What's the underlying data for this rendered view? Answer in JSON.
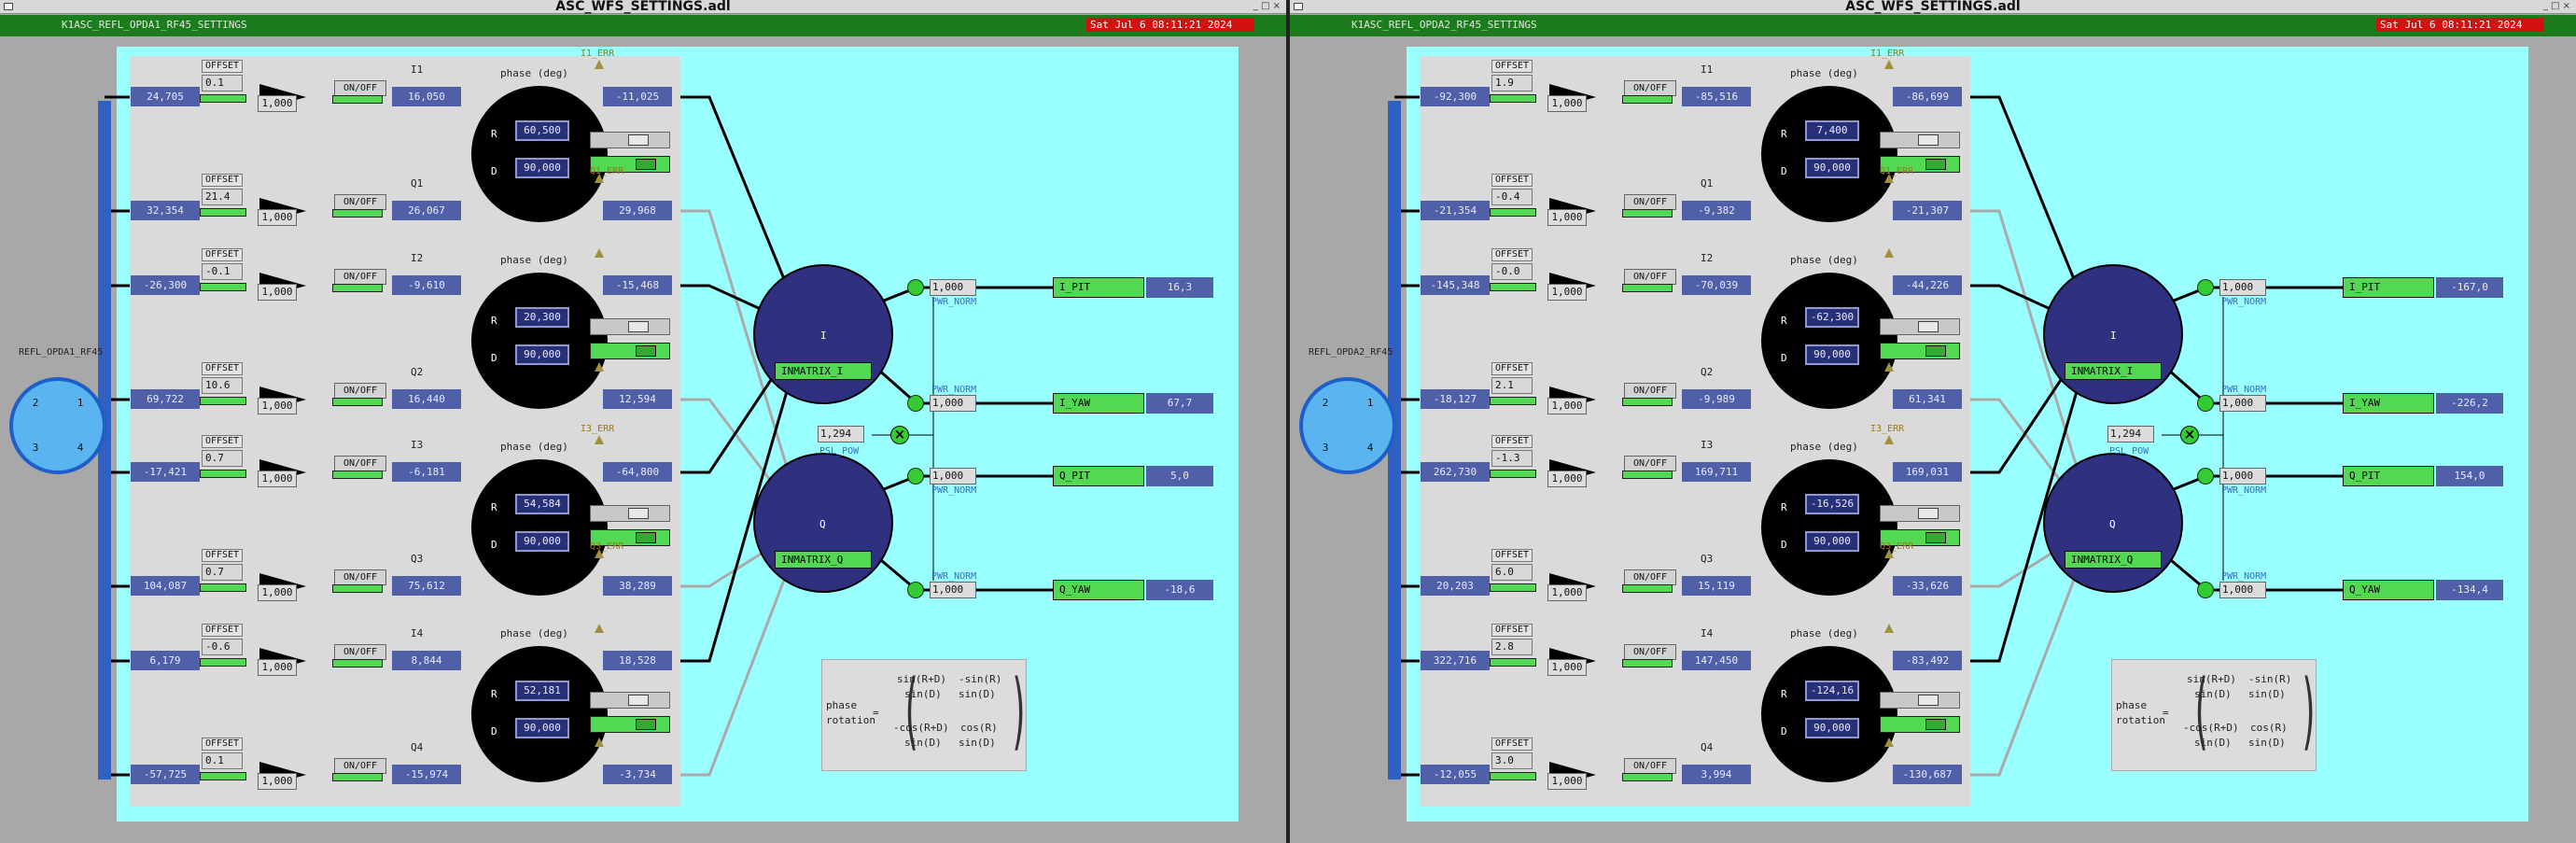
{
  "windows": [
    {
      "title": "ASC_WFS_SETTINGS.adl",
      "path": "K1ASC_REFL_OPDA1_RF45_SETTINGS",
      "timestamp": "Sat Jul  6 08:11:21 2024",
      "ref_label": "REFL_OPDA1_RF45",
      "quadrant": [
        "2",
        "1",
        "3",
        "4"
      ],
      "rows": [
        {
          "input": "24,705",
          "offset": "0.1",
          "gain": "1,000",
          "out": "16,050",
          "ch": "I1"
        },
        {
          "input": "32,354",
          "offset": "21.4",
          "gain": "1,000",
          "out": "26,067",
          "ch": "Q1"
        },
        {
          "input": "-26,300",
          "offset": "-0.1",
          "gain": "1,000",
          "out": "-9,610",
          "ch": "I2"
        },
        {
          "input": "69,722",
          "offset": "10.6",
          "gain": "1,000",
          "out": "16,440",
          "ch": "Q2"
        },
        {
          "input": "-17,421",
          "offset": "0.7",
          "gain": "1,000",
          "out": "-6,181",
          "ch": "I3"
        },
        {
          "input": "104,087",
          "offset": "0.7",
          "gain": "1,000",
          "out": "75,612",
          "ch": "Q3"
        },
        {
          "input": "6,179",
          "offset": "-0.6",
          "gain": "1,000",
          "out": "8,844",
          "ch": "I4"
        },
        {
          "input": "-57,725",
          "offset": "0.1",
          "gain": "1,000",
          "out": "-15,974",
          "ch": "Q4"
        }
      ],
      "phases": [
        {
          "R": "60,500",
          "D": "90,000",
          "I_err": "-11,025",
          "Q_err": "29,968",
          "I_label": "I1_ERR",
          "Q_label": "Q1_ERR"
        },
        {
          "R": "20,300",
          "D": "90,000",
          "I_err": "-15,468",
          "Q_err": "12,594",
          "I_label": "",
          "Q_label": ""
        },
        {
          "R": "54,584",
          "D": "90,000",
          "I_err": "-64,800",
          "Q_err": "38,289",
          "I_label": "I3_ERR",
          "Q_label": "Q3_ERR"
        },
        {
          "R": "52,181",
          "D": "90,000",
          "I_err": "18,528",
          "Q_err": "-3,734",
          "I_label": "",
          "Q_label": ""
        }
      ],
      "matrix": {
        "I_btn": "INMATRIX_I",
        "Q_btn": "INMATRIX_Q",
        "I_label": "I",
        "Q_label": "Q"
      },
      "psl": "1,294",
      "outputs": [
        {
          "norm": "1,000",
          "btn": "I_PIT",
          "val": "16,3"
        },
        {
          "norm": "1,000",
          "btn": "I_YAW",
          "val": "67,7"
        },
        {
          "norm": "1,000",
          "btn": "Q_PIT",
          "val": "5,0"
        },
        {
          "norm": "1,000",
          "btn": "Q_YAW",
          "val": "-18,6"
        }
      ]
    },
    {
      "title": "ASC_WFS_SETTINGS.adl",
      "path": "K1ASC_REFL_OPDA2_RF45_SETTINGS",
      "timestamp": "Sat Jul  6 08:11:21 2024",
      "ref_label": "REFL_OPDA2_RF45",
      "quadrant": [
        "2",
        "1",
        "3",
        "4"
      ],
      "rows": [
        {
          "input": "-92,300",
          "offset": "1.9",
          "gain": "1,000",
          "out": "-85,516",
          "ch": "I1"
        },
        {
          "input": "-21,354",
          "offset": "-0.4",
          "gain": "1,000",
          "out": "-9,382",
          "ch": "Q1"
        },
        {
          "input": "-145,348",
          "offset": "-0.0",
          "gain": "1,000",
          "out": "-70,039",
          "ch": "I2"
        },
        {
          "input": "-18,127",
          "offset": "2.1",
          "gain": "1,000",
          "out": "-9,989",
          "ch": "Q2"
        },
        {
          "input": "262,730",
          "offset": "-1.3",
          "gain": "1,000",
          "out": "169,711",
          "ch": "I3"
        },
        {
          "input": "20,203",
          "offset": "6.0",
          "gain": "1,000",
          "out": "15,119",
          "ch": "Q3"
        },
        {
          "input": "322,716",
          "offset": "2.8",
          "gain": "1,000",
          "out": "147,450",
          "ch": "I4"
        },
        {
          "input": "-12,055",
          "offset": "3.0",
          "gain": "1,000",
          "out": "3,994",
          "ch": "Q4"
        }
      ],
      "phases": [
        {
          "R": "7,400",
          "D": "90,000",
          "I_err": "-86,699",
          "Q_err": "-21,307",
          "I_label": "I1_ERR",
          "Q_label": "Q1_ERR"
        },
        {
          "R": "-62,300",
          "D": "90,000",
          "I_err": "-44,226",
          "Q_err": "61,341",
          "I_label": "",
          "Q_label": ""
        },
        {
          "R": "-16,526",
          "D": "90,000",
          "I_err": "169,031",
          "Q_err": "-33,626",
          "I_label": "I3_ERR",
          "Q_label": "Q3_ERR"
        },
        {
          "R": "-124,16",
          "D": "90,000",
          "I_err": "-83,492",
          "Q_err": "-130,687",
          "I_label": "",
          "Q_label": ""
        }
      ],
      "matrix": {
        "I_btn": "INMATRIX_I",
        "Q_btn": "INMATRIX_Q",
        "I_label": "I",
        "Q_label": "Q"
      },
      "psl": "1,294",
      "outputs": [
        {
          "norm": "1,000",
          "btn": "I_PIT",
          "val": "-167,0"
        },
        {
          "norm": "1,000",
          "btn": "I_YAW",
          "val": "-226,2"
        },
        {
          "norm": "1,000",
          "btn": "Q_PIT",
          "val": "154,0"
        },
        {
          "norm": "1,000",
          "btn": "Q_YAW",
          "val": "-134,4"
        }
      ]
    }
  ],
  "common": {
    "offset_label": "OFFSET",
    "onoff_label": "ON/OFF",
    "phase_label": "phase (deg)",
    "R": "R",
    "D": "D",
    "pwr_norm": "PWR_NORM",
    "psl_pow": "PSL_POW",
    "rot_phase": "phase",
    "rot_rotation": "rotation",
    "rot_eq": "=",
    "rot_a_num": "sin(R+D)",
    "rot_b_num": "-sin(R)",
    "rot_c_num": "-cos(R+D)",
    "rot_d_num": "cos(R)",
    "rot_den": "sin(D)"
  },
  "colors": {
    "cyan": "#99ffff",
    "green": "#52d852",
    "blue": "#5060a8",
    "red": "#d41010"
  }
}
